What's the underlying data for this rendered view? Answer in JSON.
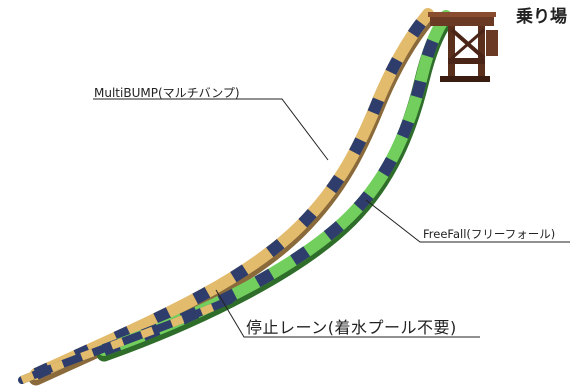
{
  "labels": {
    "multibump": "MultiBUMP(マルチバンプ)",
    "freefall": "FreeFall(フリーフォール)",
    "stop_lane": "停止レーン(着水プール不要)",
    "boarding": "乗り場"
  },
  "colors": {
    "multibump_track": "#e0b868",
    "multibump_dark": "#b8894a",
    "freefall_track": "#6ecb5a",
    "freefall_dark": "#3e9a3a",
    "segment_navy": "#2b3a66",
    "tower": "#6b3a24",
    "tower_dark": "#4a2416",
    "leader_line": "#222222"
  }
}
